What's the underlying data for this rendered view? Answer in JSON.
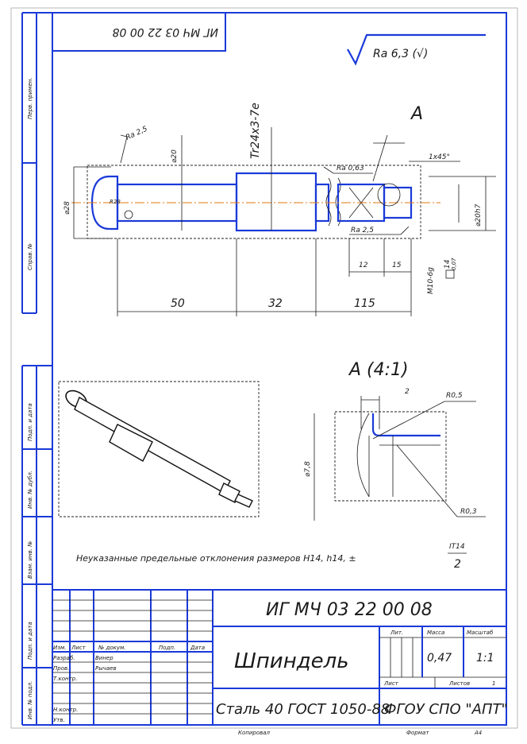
{
  "stamp_top": "ИГ МЧ 03 22 00 08",
  "roughness_general": "Ra 6,3 (√)",
  "side_labels": [
    "Перв. примен.",
    "Справ. №",
    "Подп. и дата",
    "Инв. № дубл.",
    "Взам. инв. №",
    "Подп. и дата",
    "Инв. № подл."
  ],
  "drawing": {
    "view_label": "A",
    "detail_label": "A (4:1)",
    "thread_main": "Tr24x3-7e",
    "dia_head": "⌀28",
    "dia_shaft": "⌀20",
    "dia_end": "⌀20h7",
    "radius_head": "R28",
    "roughness_head": "Ra 2,5",
    "roughness_mid": "Ra 0,63",
    "roughness_end": "Ra 2,5",
    "chamfer": "1x45°",
    "dim_50": "50",
    "dim_32": "32",
    "dim_115": "115",
    "dim_12": "12",
    "dim_15": "15",
    "thread_end": "M10-6g",
    "tolerance_frame": "0,07",
    "tolerance_sym": "14",
    "detail_dim_2": "2",
    "detail_r05": "R0,5",
    "detail_r03": "R0,3",
    "detail_dia": "⌀7,8",
    "note": "Неуказанные предельные отклонения размеров  H14, h14, ±",
    "note_frac_top": "IT14",
    "note_frac_bottom": "2"
  },
  "title_block": {
    "designation": "ИГ МЧ 03 22 00 08",
    "part_name": "Шпиндель",
    "material": "Сталь 40  ГОСТ 1050-88",
    "organization": "ФГОУ СПО \"АПТ\"",
    "lit_header": "Лит.",
    "mass_header": "Масса",
    "scale_header": "Масштаб",
    "mass_value": "0,47",
    "scale_value": "1:1",
    "sheet_label": "Лист",
    "sheets_label": "Листов",
    "sheets_value": "1",
    "col_headers": [
      "Изм.",
      "Лист",
      "№ докум.",
      "Подп.",
      "Дата"
    ],
    "rows": [
      "Разраб.",
      "Пров.",
      "Т.контр.",
      "",
      "Н.контр.",
      "Утв."
    ],
    "developer": "Винер",
    "checker": "Рычаев",
    "copied": "Копировал",
    "format_label": "Формат",
    "format_value": "А4"
  }
}
